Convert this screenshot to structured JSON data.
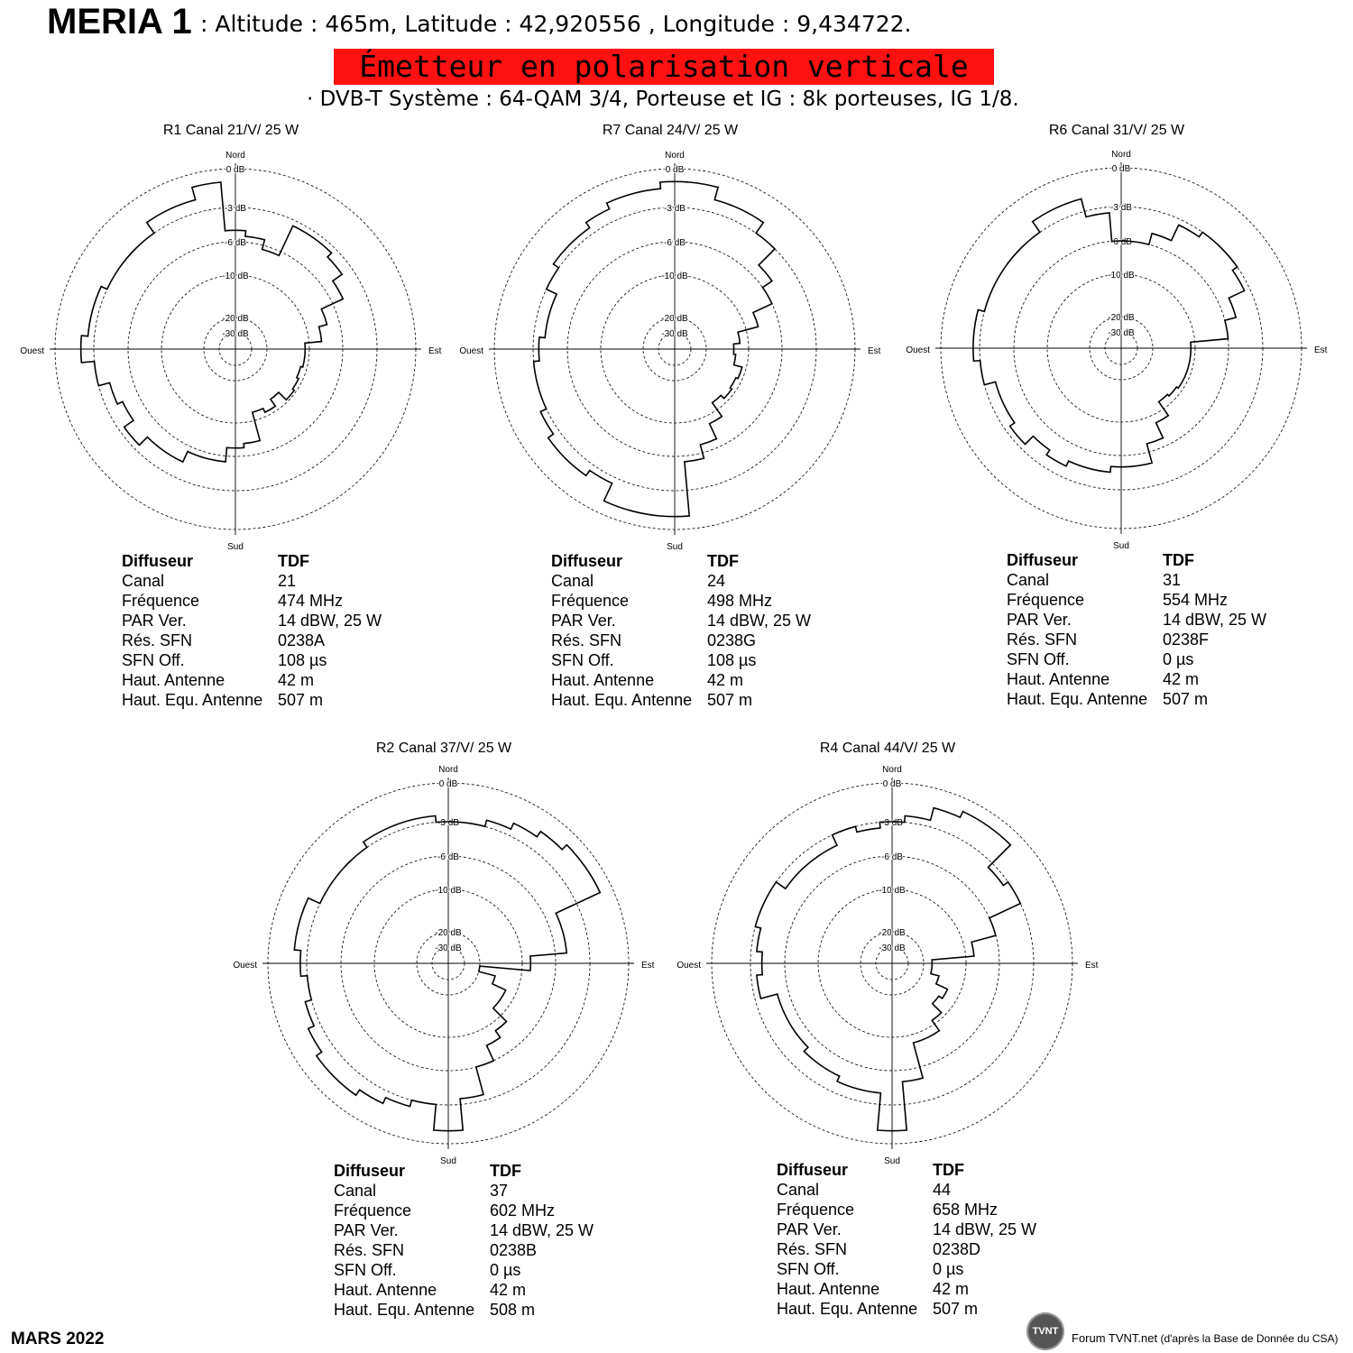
{
  "header": {
    "station": "MERIA 1",
    "info": ": Altitude : 465m, Latitude : 42,920556 , Longitude : 9,434722.",
    "banner": "Émetteur en polarisation verticale",
    "system": "· DVB-T  Système : 64-QAM 3/4,   Porteuse et IG : 8k porteuses, IG 1/8."
  },
  "colors": {
    "banner": "#ff1111",
    "curve": "#000000",
    "grid": "#000000"
  },
  "footer": {
    "date": "MARS 2022",
    "logo": "TVNT",
    "credit_main": "Forum TVNT.net",
    "credit_sub": " (d'après la Base de Donnée du CSA)"
  },
  "chart_data": [
    {
      "type": "polar",
      "title": "R1  Canal 21/V/ 25 W",
      "directions": {
        "n": "Nord",
        "s": "Sud",
        "e": "Est",
        "w": "Ouest"
      },
      "rings": [
        {
          "label": "0 dB",
          "db": 0
        },
        {
          "label": "-3 dB",
          "db": -3
        },
        {
          "label": "-6 dB",
          "db": -6
        },
        {
          "label": "-10 dB",
          "db": -10
        },
        {
          "label": "-20 dB",
          "db": -20
        },
        {
          "label": "-30 dB",
          "db": -30
        }
      ],
      "sector_deg": 10,
      "attenuation_db": [
        -5,
        -5.5,
        -6.5,
        -3.5,
        -3.5,
        -4,
        -5,
        -7.5,
        -8.5,
        -11,
        -11,
        -11.5,
        -11,
        -10.5,
        -13,
        -11,
        -12,
        -7.5,
        -7,
        -5.5,
        -5.5,
        -4.5,
        -4.5,
        -3.5,
        -4.5,
        -4,
        -3,
        -2,
        -2.5,
        -2.5,
        -3,
        -3,
        -3,
        -2,
        -2,
        -1
      ],
      "info": {
        "Diffuseur": "TDF",
        "Canal": "21",
        "Fréquence": "474 MHz",
        "PAR Ver.": "14 dBW, 25 W",
        "Rés. SFN": "0238A",
        "SFN Off.": "108 µs",
        "Haut. Antenne": "42 m",
        "Haut. Equ. Antenne": "507 m"
      }
    },
    {
      "type": "polar",
      "title": "R7  Canal 24/V/ 25 W",
      "directions": {
        "n": "Nord",
        "s": "Sud",
        "e": "Est",
        "w": "Ouest"
      },
      "rings": [
        {
          "label": "0 dB",
          "db": 0
        },
        {
          "label": "-3 dB",
          "db": -3
        },
        {
          "label": "-6 dB",
          "db": -6
        },
        {
          "label": "-10 dB",
          "db": -10
        },
        {
          "label": "-20 dB",
          "db": -20
        },
        {
          "label": "-30 dB",
          "db": -30
        }
      ],
      "sector_deg": 10,
      "attenuation_db": [
        -1,
        -1,
        -2,
        -2,
        -3,
        -5,
        -6,
        -8.5,
        -12,
        -13.5,
        -13,
        -11,
        -11.5,
        -11,
        -12,
        -9,
        -7,
        -5.5,
        -1,
        -1,
        -1,
        -2.5,
        -2,
        -2,
        -2.5,
        -3,
        -3,
        -3.5,
        -4,
        -4,
        -3,
        -2.5,
        -2.5,
        -2,
        -1.5,
        -1.5
      ],
      "info": {
        "Diffuseur": "TDF",
        "Canal": "24",
        "Fréquence": "498 MHz",
        "PAR Ver.": "14 dBW, 25 W",
        "Rés. SFN": "0238G",
        "SFN Off.": "108 µs",
        "Haut. Antenne": "42 m",
        "Haut. Equ. Antenne": "507 m"
      }
    },
    {
      "type": "polar",
      "title": "R6  Canal  31/V/ 25 W",
      "directions": {
        "n": "Nord",
        "s": "Sud",
        "e": "Est",
        "w": "Ouest"
      },
      "rings": [
        {
          "label": "0 dB",
          "db": 0
        },
        {
          "label": "-3 dB",
          "db": -3
        },
        {
          "label": "-6 dB",
          "db": -6
        },
        {
          "label": "-10 dB",
          "db": -10
        },
        {
          "label": "-20 dB",
          "db": -20
        },
        {
          "label": "-30 dB",
          "db": -30
        }
      ],
      "sector_deg": 10,
      "attenuation_db": [
        -6,
        -6,
        -5,
        -3.5,
        -3,
        -3,
        -3.5,
        -5,
        -6,
        -11,
        -11,
        -11,
        -11,
        -11.5,
        -12,
        -9,
        -7,
        -5,
        -5,
        -4.5,
        -4.5,
        -4,
        -4.5,
        -3.5,
        -4,
        -4,
        -3,
        -2.5,
        -2.5,
        -3,
        -3,
        -3,
        -3,
        -2,
        -2,
        -3.5
      ],
      "info": {
        "Diffuseur": "TDF",
        "Canal": "31",
        "Fréquence": "554 MHz",
        "PAR Ver.": "14 dBW, 25 W",
        "Rés. SFN": "0238F",
        "SFN Off.": "0 µs",
        "Haut. Antenne": "42 m",
        "Haut. Equ. Antenne": "507 m"
      }
    },
    {
      "type": "polar",
      "title": "R2  Canal  37/V/ 25 W",
      "directions": {
        "n": "Nord",
        "s": "Sud",
        "e": "Est",
        "w": "Ouest"
      },
      "rings": [
        {
          "label": "0 dB",
          "db": 0
        },
        {
          "label": "-3 dB",
          "db": -3
        },
        {
          "label": "-6 dB",
          "db": -6
        },
        {
          "label": "-10 dB",
          "db": -10
        },
        {
          "label": "-20 dB",
          "db": -20
        },
        {
          "label": "-30 dB",
          "db": -30
        }
      ],
      "sector_deg": 10,
      "attenuation_db": [
        -3,
        -3,
        -2.5,
        -2,
        -1.5,
        -1,
        -1,
        -5,
        -5,
        -9,
        -20,
        -16,
        -12.5,
        -12.5,
        -9,
        -8,
        -6,
        -3.5,
        -1,
        -3,
        -2.5,
        -2,
        -1.5,
        -1.5,
        -2,
        -2.5,
        -3,
        -2.5,
        -2,
        -2,
        -3,
        -3,
        -3,
        -2.5,
        -2.5,
        -2.5
      ],
      "info": {
        "Diffuseur": "TDF",
        "Canal": "37",
        "Fréquence": "602 MHz",
        "PAR Ver.": "14 dBW, 25 W",
        "Rés. SFN": "0238B",
        "SFN Off.": "0 µs",
        "Haut. Antenne": "42 m",
        "Haut. Equ. Antenne": "508 m"
      }
    },
    {
      "type": "polar",
      "title": "R4  Canal  44/V/ 25 W",
      "directions": {
        "n": "Nord",
        "s": "Sud",
        "e": "Est",
        "w": "Ouest"
      },
      "rings": [
        {
          "label": "0 dB",
          "db": 0
        },
        {
          "label": "-3 dB",
          "db": -3
        },
        {
          "label": "-6 dB",
          "db": -6
        },
        {
          "label": "-10 dB",
          "db": -10
        },
        {
          "label": "-20 dB",
          "db": -20
        },
        {
          "label": "-30 dB",
          "db": -30
        }
      ],
      "sector_deg": 10,
      "attenuation_db": [
        -3,
        -2.5,
        -1.5,
        -1,
        -1,
        -3.5,
        -3,
        -6,
        -9,
        -18,
        -18,
        -16,
        -13,
        -14,
        -11,
        -9,
        -9,
        -5,
        -1,
        -4,
        -4,
        -4.5,
        -4.5,
        -5,
        -5,
        -5,
        -3.5,
        -4,
        -3.5,
        -3,
        -3,
        -4,
        -4,
        -4,
        -3,
        -3.5
      ],
      "info": {
        "Diffuseur": "TDF",
        "Canal": "44",
        "Fréquence": "658 MHz",
        "PAR Ver.": "14 dBW, 25 W",
        "Rés. SFN": "0238D",
        "SFN Off.": "0 µs",
        "Haut. Antenne": "42 m",
        "Haut. Equ. Antenne": "507 m"
      }
    }
  ]
}
